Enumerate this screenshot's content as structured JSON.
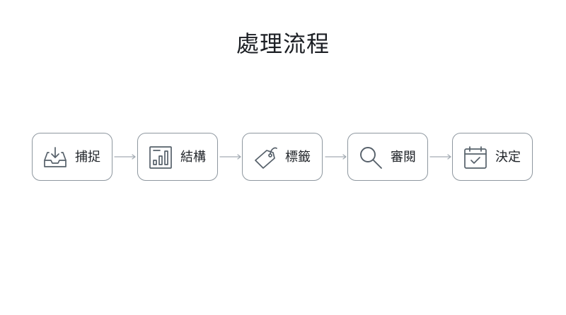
{
  "title": "處理流程",
  "steps": [
    {
      "label": "捕捉",
      "icon": "inbox-download-icon"
    },
    {
      "label": "結構",
      "icon": "bar-chart-icon"
    },
    {
      "label": "標籤",
      "icon": "tag-icon"
    },
    {
      "label": "審閱",
      "icon": "magnifier-icon"
    },
    {
      "label": "決定",
      "icon": "calendar-check-icon"
    }
  ],
  "colors": {
    "border": "#8e979f",
    "icon": "#56606a",
    "arrow": "#a3abb3",
    "text": "#1f2328"
  }
}
